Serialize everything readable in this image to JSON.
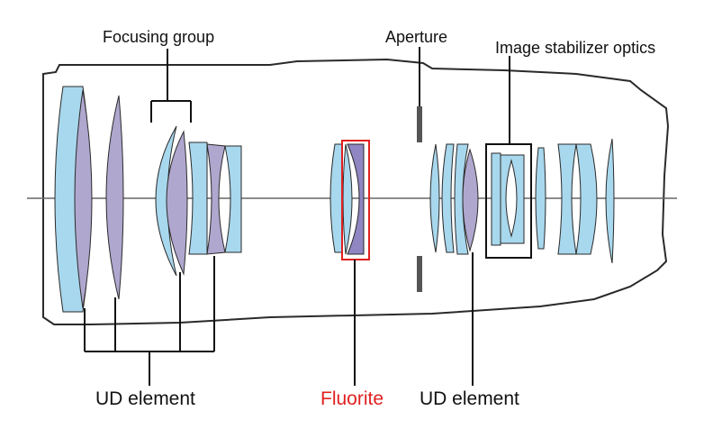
{
  "labels": {
    "focusing_group": "Focusing group",
    "aperture": "Aperture",
    "image_stabilizer": "Image stabilizer optics",
    "ud_element_left": "UD element",
    "fluorite": "Fluorite",
    "ud_element_right": "UD element"
  },
  "colors": {
    "lens_blue": "#a8d8ee",
    "lens_purple": "#b0a7cf",
    "lens_purple_dark": "#8f86c2",
    "outline": "#2a2a2a",
    "fluorite_box": "#e02020",
    "fluorite_text": "#e02020"
  }
}
